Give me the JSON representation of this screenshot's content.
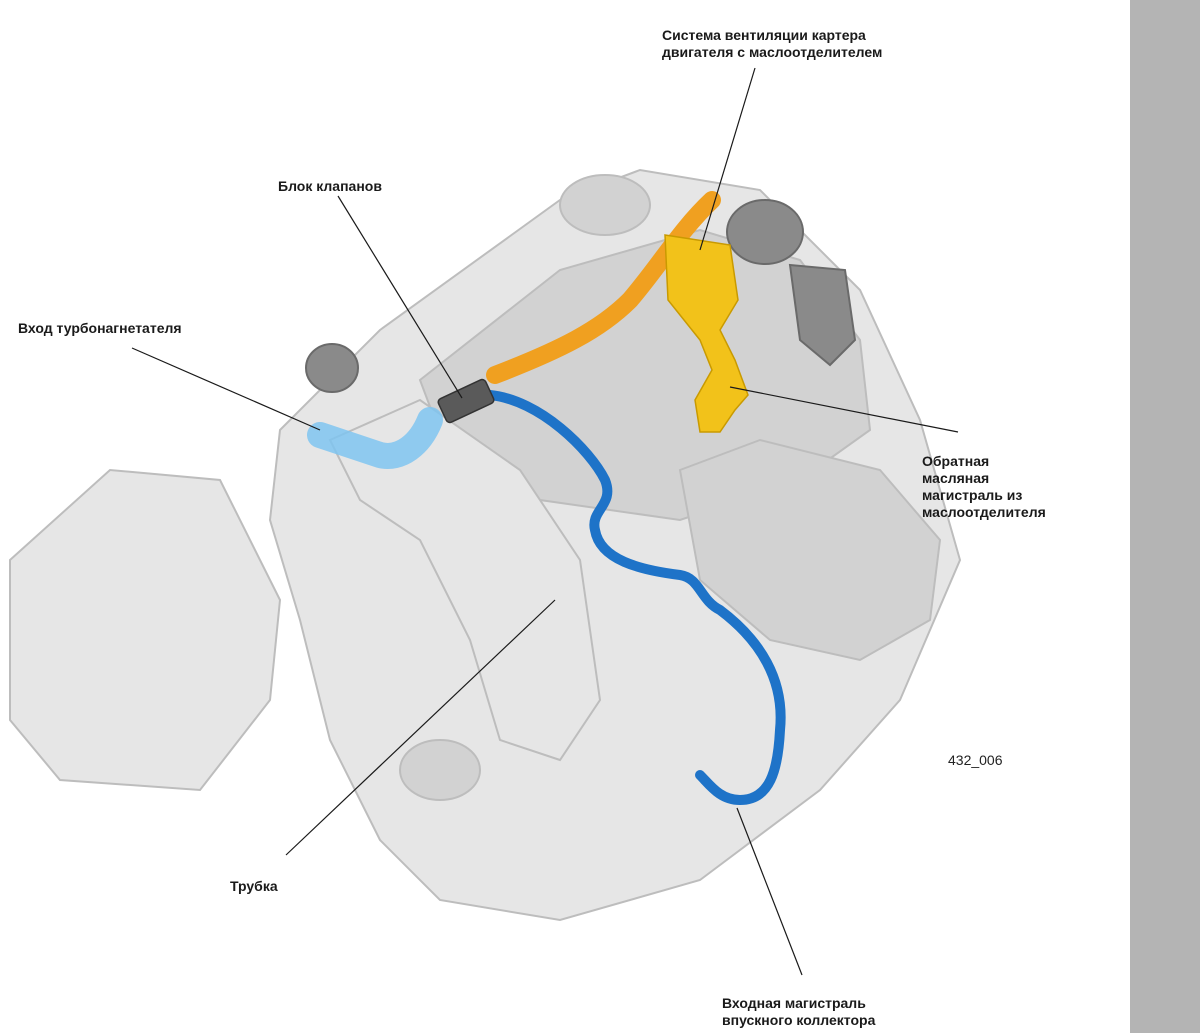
{
  "colors": {
    "side_bar": "#b4b4b4",
    "engine_light": "#e6e6e6",
    "engine_mid": "#d2d2d2",
    "engine_line": "#bdbdbd",
    "breather_orange": "#f0a020",
    "separator_yellow": "#f2c21a",
    "intake_blue": "#1e73c8",
    "leader_line": "#1a1a1a"
  },
  "labels": {
    "crankcase_ventilation": [
      "Система вентиляции картера",
      "двигателя с маслоотделителем"
    ],
    "valve_block": [
      "Блок клапанов"
    ],
    "turbo_inlet": [
      "Вход турбонагнетателя"
    ],
    "oil_return": [
      "Обратная",
      "масляная",
      "магистраль из",
      "маслоотделителя"
    ],
    "pipe": [
      "Трубка"
    ],
    "intake_line": [
      "Входная магистраль",
      "впускного коллектора"
    ]
  },
  "figure_code": "432_006"
}
